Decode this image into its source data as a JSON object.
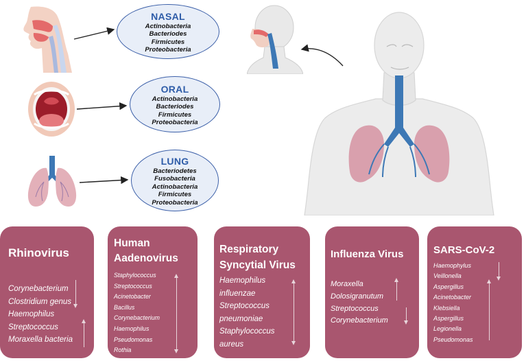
{
  "ellipses": [
    {
      "title": "NASAL",
      "bacteria": [
        "Actinobacteria",
        "Bacteriodes",
        "Firmicutes",
        "Proteobacteria"
      ]
    },
    {
      "title": "ORAL",
      "bacteria": [
        "Actinobacteria",
        "Bacteriodes",
        "Firmicutes",
        "Proteobacteria"
      ]
    },
    {
      "title": "LUNG",
      "bacteria": [
        "Bacteriodetes",
        "Fusobacteria",
        "Actinobacteria",
        "Firmicutes",
        "Proteobacteria"
      ]
    }
  ],
  "cards": [
    {
      "title": "Rhinovirus",
      "items": [
        "Corynebacterium",
        "Clostridium genus",
        "Haemophilus",
        "Streptococcus",
        "Moraxella bacteria"
      ]
    },
    {
      "title": "Human Aadenovirus",
      "items": [
        "Staphylococcus",
        "Streptococcus",
        "Acinetobacter",
        "Bacillus",
        "Corynebacterium",
        "Haemophilus",
        "Pseudomonas",
        "Rothia"
      ]
    },
    {
      "title": "Respiratory Syncytial Virus",
      "items": [
        "Haemophilus",
        "influenzae",
        "Streptococcus",
        "pneumoniae",
        "Staphylococcus",
        "aureus"
      ]
    },
    {
      "title": "Influenza Virus",
      "items": [
        "Moraxella",
        "Dolosigranutum",
        "Streptococcus",
        "Corynebacterium"
      ]
    },
    {
      "title": "SARS-CoV-2",
      "items": [
        "Haemophylus",
        "Veillonella",
        "Aspergillus",
        "Acinetobacter",
        "Klebsiella",
        "Aspergillus",
        "Legionella",
        "Pseudomonas"
      ]
    }
  ],
  "colors": {
    "card_bg": "#a9566f",
    "ellipse_border": "#3b5fa8",
    "ellipse_title": "#2e5ca8",
    "lung": "#d9a0ad",
    "trachea": "#3d78b5"
  },
  "icons": [
    "nasal-cavity-icon",
    "open-mouth-icon",
    "lungs-icon",
    "head-cross-section-icon",
    "human-body-icon"
  ]
}
